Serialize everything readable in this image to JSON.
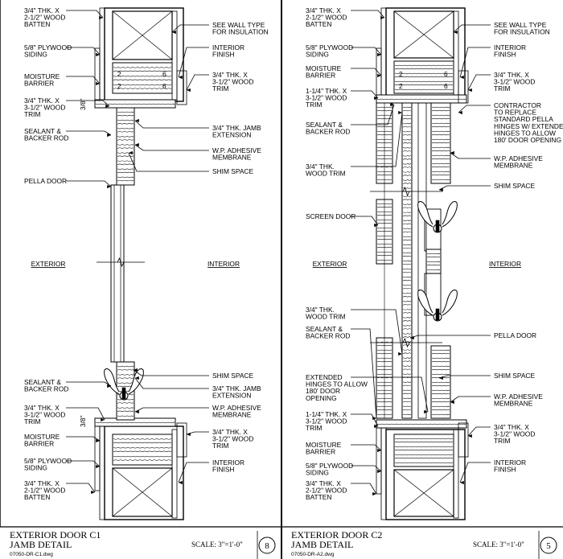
{
  "sheets": [
    {
      "id": "c1",
      "notes_left": [
        [
          "3/4\" THK. X",
          "2-1/2\" WOOD",
          "BATTEN"
        ],
        [
          "5/8\" PLYWOOD",
          "SIDING"
        ],
        [
          "MOISTURE",
          "BARRIER"
        ],
        [
          "3/4\" THK. X",
          "3-1/2\" WOOD",
          "TRIM"
        ],
        [
          "SEALANT &",
          "BACKER ROD"
        ],
        [
          "PELLA DOOR"
        ],
        [
          "SEALANT &",
          "BACKER ROD"
        ],
        [
          "3/4\" THK. X",
          "3-1/2\" WOOD",
          "TRIM"
        ],
        [
          "MOISTURE",
          "BARRIER"
        ],
        [
          "5/8\" PLYWOOD",
          "SIDING"
        ],
        [
          "3/4\" THK. X",
          "2-1/2\" WOOD",
          "BATTEN"
        ]
      ],
      "notes_right": [
        [
          "SEE WALL TYPE",
          "FOR INSULATION"
        ],
        [
          "INTERIOR",
          "FINISH"
        ],
        [
          "3/4\" THK. X",
          "3-1/2\" WOOD",
          "TRIM"
        ],
        [
          "3/4\" THK. JAMB",
          "EXTENSION"
        ],
        [
          "W.P. ADHESIVE",
          "MEMBRANE"
        ],
        [
          "SHIM SPACE"
        ],
        [
          "SHIM SPACE"
        ],
        [
          "3/4\" THK. JAMB",
          "EXTENSION"
        ],
        [
          "W.P. ADHESIVE",
          "MEMBRANE"
        ],
        [
          "3/4\" THK. X",
          "3-1/2\" WOOD",
          "TRIM"
        ],
        [
          "INTERIOR",
          "FINISH"
        ]
      ],
      "dims": [
        "3/8\"",
        "3/8\""
      ],
      "stud_marks": [
        "2",
        "6",
        "2",
        "6"
      ],
      "exterior_label": "EXTERIOR",
      "interior_label": "INTERIOR",
      "title_line1": "EXTERIOR DOOR C1",
      "title_line2": "JAMB DETAIL",
      "file_name": "07050-DR-C1.dwg",
      "scale": "SCALE: 3\"=1'-0\"",
      "detail_number": "8"
    },
    {
      "id": "c2",
      "notes_left": [
        [
          "3/4\" THK. X",
          "2-1/2\" WOOD",
          "BATTEN"
        ],
        [
          "5/8\" PLYWOOD",
          "SIDING"
        ],
        [
          "MOISTURE",
          "BARRIER"
        ],
        [
          "1-1/4\" THK. X",
          "3-1/2\" WOOD",
          "TRIM"
        ],
        [
          "SEALANT &",
          "BACKER ROD"
        ],
        [
          "3/4\" THK.",
          "WOOD TRIM"
        ],
        [
          "SCREEN DOOR"
        ],
        [
          "3/4\" THK.",
          "WOOD TRIM"
        ],
        [
          "SEALANT &",
          "BACKER ROD"
        ],
        [
          "EXTENDED",
          "HINGES TO ALLOW",
          "180' DOOR",
          "OPENING"
        ],
        [
          "1-1/4\" THK. X",
          "3-1/2\" WOOD",
          "TRIM"
        ],
        [
          "MOISTURE",
          "BARRIER"
        ],
        [
          "5/8\" PLYWOOD",
          "SIDING"
        ],
        [
          "3/4\" THK. X",
          "2-1/2\" WOOD",
          "BATTEN"
        ]
      ],
      "notes_right": [
        [
          "SEE WALL TYPE",
          "FOR INSULATION"
        ],
        [
          "INTERIOR",
          "FINISH"
        ],
        [
          "3/4\" THK. X",
          "3-1/2\" WOOD",
          "TRIM"
        ],
        [
          "CONTRACTOR",
          "TO REPLACE",
          "STANDARD PELLA",
          "HINGES W/ EXTENDED",
          "HINGES TO ALLOW",
          "180' DOOR OPENING"
        ],
        [
          "W.P. ADHESIVE",
          "MEMBRANE"
        ],
        [
          "SHIM SPACE"
        ],
        [
          "PELLA DOOR"
        ],
        [
          "SHIM SPACE"
        ],
        [
          "W.P. ADHESIVE",
          "MEMBRANE"
        ],
        [
          "3/4\" THK. X",
          "3-1/2\" WOOD",
          "TRIM"
        ],
        [
          "INTERIOR",
          "FINISH"
        ]
      ],
      "stud_marks": [
        "2",
        "6",
        "2",
        "6"
      ],
      "exterior_label": "EXTERIOR",
      "interior_label": "INTERIOR",
      "title_line1": "EXTERIOR DOOR C2",
      "title_line2": "JAMB DETAIL",
      "file_name": "07050-DR-A2.dwg",
      "scale": "SCALE: 3\"=1'-0\"",
      "detail_number": "5"
    }
  ]
}
